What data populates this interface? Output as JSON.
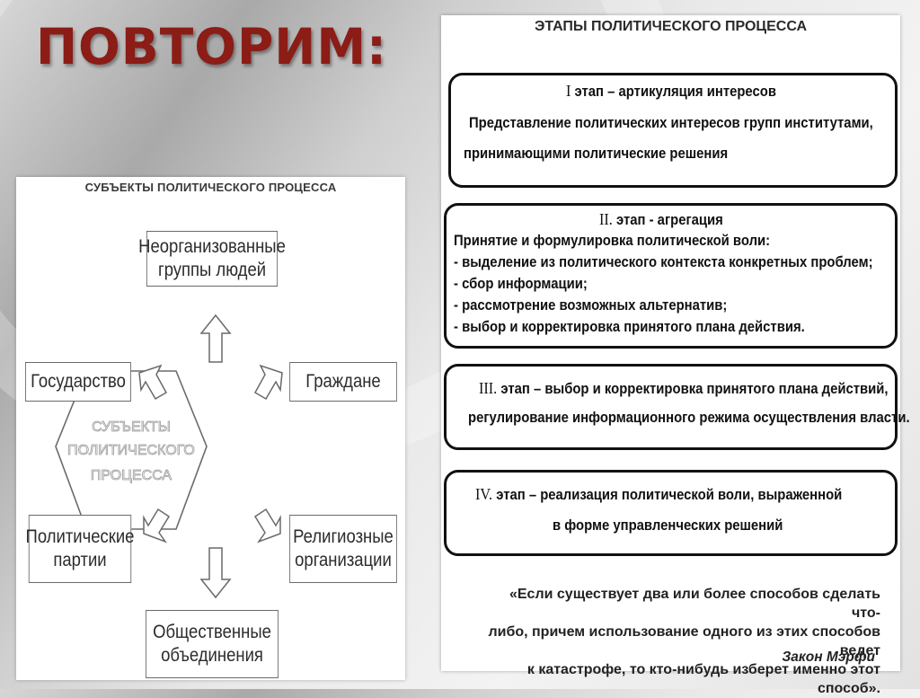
{
  "slide": {
    "headline": "ПОВТОРИМ:"
  },
  "subjects_diagram": {
    "title": "СУБЪЕКТЫ ПОЛИТИЧЕСКОГО ПРОЦЕССА",
    "center_label": [
      "СУБЪЕКТЫ",
      "ПОЛИТИЧЕСКОГО",
      "ПРОЦЕССА"
    ],
    "nodes": {
      "top": [
        "Неорганизованные",
        "группы людей"
      ],
      "left_upper": [
        "Государство"
      ],
      "right_upper": [
        "Граждане"
      ],
      "left_lower": [
        "Политические",
        "партии"
      ],
      "right_lower": [
        "Религиозные",
        "организации"
      ],
      "bottom": [
        "Общественные",
        "объединения"
      ]
    }
  },
  "stages_panel": {
    "title": "ЭТАПЫ ПОЛИТИЧЕСКОГО ПРОЦЕССА",
    "stage1": {
      "numeral": "I",
      "heading": " этап – артикуляция интересов",
      "lines": [
        "Представление политических интересов групп институтами,",
        "принимающими политические решения"
      ]
    },
    "stage2": {
      "numeral": "II.",
      "heading": " этап - агрегация",
      "lines": [
        "Принятие  и формулировка политической воли:",
        "- выделение из политического контекста конкретных  проблем;",
        "- сбор информации;",
        "- рассмотрение возможных альтернатив;",
        "- выбор и корректировка принятого плана действия."
      ]
    },
    "stage3": {
      "numeral": "III.",
      "heading": "   этап – выбор и корректировка принятого плана действий,",
      "lines": [
        "регулирование информационного режима осуществления власти."
      ]
    },
    "stage4": {
      "numeral": "IV.",
      "heading": "   этап – реализация политической воли, выраженной",
      "lines": [
        "в форме управленческих решений"
      ]
    },
    "quote": {
      "lines": [
        "«Если существует два или более способов сделать что-",
        "либо, причем использование одного из этих способов ведет",
        "к катастрофе, то кто-нибудь изберет именно этот способ»."
      ],
      "author": "Закон Мэрфи"
    }
  }
}
